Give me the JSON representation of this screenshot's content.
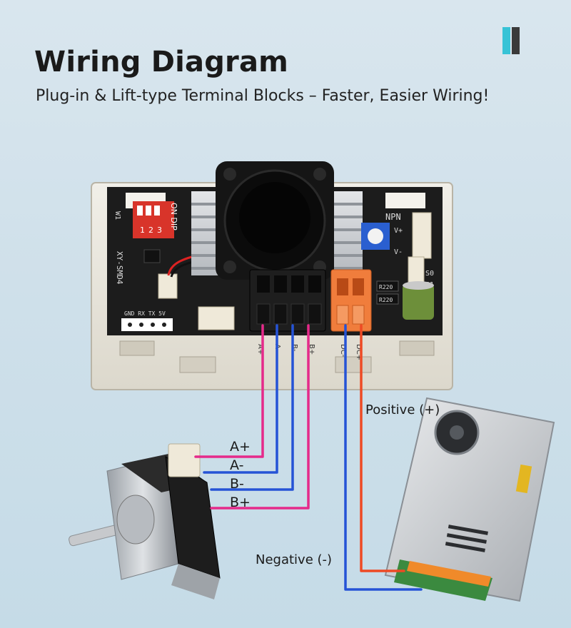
{
  "header": {
    "title": "Wiring Diagram",
    "subtitle": "Plug-in & Lift-type Terminal Blocks – Faster, Easier Wiring!"
  },
  "board": {
    "dip_on": "ON DIP",
    "dip_numbers": [
      "1",
      "2",
      "3"
    ],
    "model": "XY-SMD4",
    "w1": "W1",
    "npn": "NPN",
    "v_plus": "V+",
    "v_minus": "V-",
    "s0": "S0",
    "s1": "S1",
    "pins": "GND RX TX 5V",
    "resistor1": "R220",
    "resistor2": "R220",
    "terminal_labels": [
      "A+",
      "A-",
      "B-",
      "B+",
      "DC-",
      "DC+"
    ]
  },
  "wiring": {
    "motor_labels": [
      "A+",
      "A-",
      "B-",
      "B+"
    ],
    "positive_label": "Positive (+)",
    "negative_label": "Negative (-)"
  },
  "colors": {
    "pink_wire": "#e52a8a",
    "blue_wire": "#2553d6",
    "red_wire": "#ee4a24",
    "accent_cyan": "#37c3d6"
  }
}
